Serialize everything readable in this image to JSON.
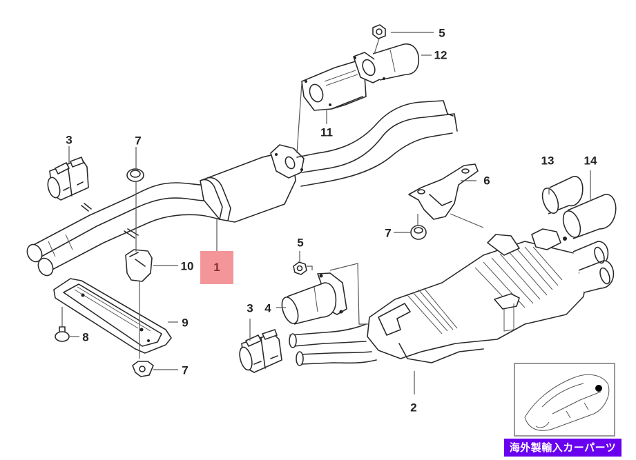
{
  "diagram": {
    "title": "Exhaust system exploded parts diagram",
    "highlighted_part": "1",
    "highlight_color": "#f28a8f",
    "callouts": [
      {
        "id": "c3a",
        "label": "3",
        "part": "Clamp (front)"
      },
      {
        "id": "c7a",
        "label": "7",
        "part": "Rubber mount (upper left)"
      },
      {
        "id": "c1",
        "label": "1",
        "part": "Front pipe with catalytic section"
      },
      {
        "id": "c10",
        "label": "10",
        "part": "Bracket clamp"
      },
      {
        "id": "c9",
        "label": "9",
        "part": "Heat shield / support plate"
      },
      {
        "id": "c8",
        "label": "8",
        "part": "Bolt"
      },
      {
        "id": "c7b",
        "label": "7",
        "part": "Rubber mount (lower)"
      },
      {
        "id": "c11",
        "label": "11",
        "part": "Flanged adapter"
      },
      {
        "id": "c5a",
        "label": "5",
        "part": "Nut (upper)"
      },
      {
        "id": "c12",
        "label": "12",
        "part": "Pipe connector (upper)"
      },
      {
        "id": "c6",
        "label": "6",
        "part": "Hanger bracket"
      },
      {
        "id": "c7c",
        "label": "7",
        "part": "Rubber mount (right)"
      },
      {
        "id": "c13",
        "label": "13",
        "part": "Tailpipe trim (small)"
      },
      {
        "id": "c14",
        "label": "14",
        "part": "Tailpipe trim (large)"
      },
      {
        "id": "c5b",
        "label": "5",
        "part": "Nut (lower)"
      },
      {
        "id": "c3b",
        "label": "3",
        "part": "Clamp (rear)"
      },
      {
        "id": "c4",
        "label": "4",
        "part": "Pipe connector (lower)"
      },
      {
        "id": "c2",
        "label": "2",
        "part": "Rear muffler"
      }
    ],
    "locator": {
      "caption": "vehicle-locator",
      "marker_color": "#000000"
    }
  },
  "watermark": {
    "text": "海外製輸入カーパーツ",
    "background": "#6a00f0",
    "color": "#ffffff"
  }
}
